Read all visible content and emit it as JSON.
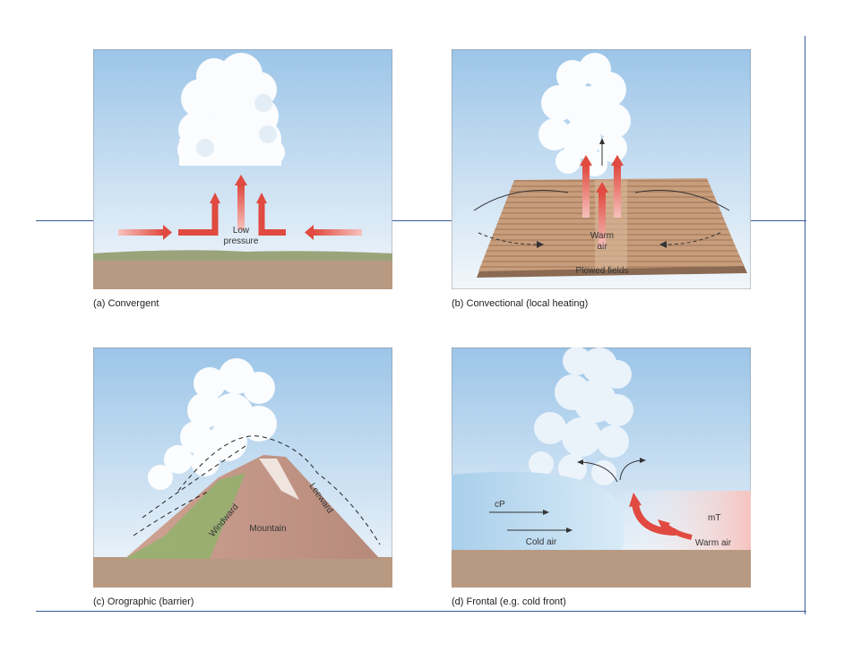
{
  "panels": [
    {
      "caption": "(a) Convergent",
      "labels": {
        "low": "Low",
        "pressure": "pressure"
      }
    },
    {
      "caption": "(b) Convectional (local heating)",
      "labels": {
        "warm": "Warm",
        "air": "air",
        "fields": "Plowed fields"
      }
    },
    {
      "caption": "(c) Orographic (barrier)",
      "labels": {
        "windward": "Windward",
        "leeward": "Leeward",
        "mountain": "Mountain"
      }
    },
    {
      "caption": "(d) Frontal (e.g. cold front)",
      "labels": {
        "cp": "cP",
        "cold_air": "Cold air",
        "mt": "mT",
        "warm_air": "Warm air"
      }
    }
  ],
  "colors": {
    "sky_top": "#9cc5e8",
    "sky_bottom": "#f2f7fb",
    "ground": "#b89a82",
    "arrow_red": "#e04a40",
    "cold_air": "#bcd9ef",
    "warm_air": "#f6c4bf",
    "rule": "#3c5a9a"
  }
}
